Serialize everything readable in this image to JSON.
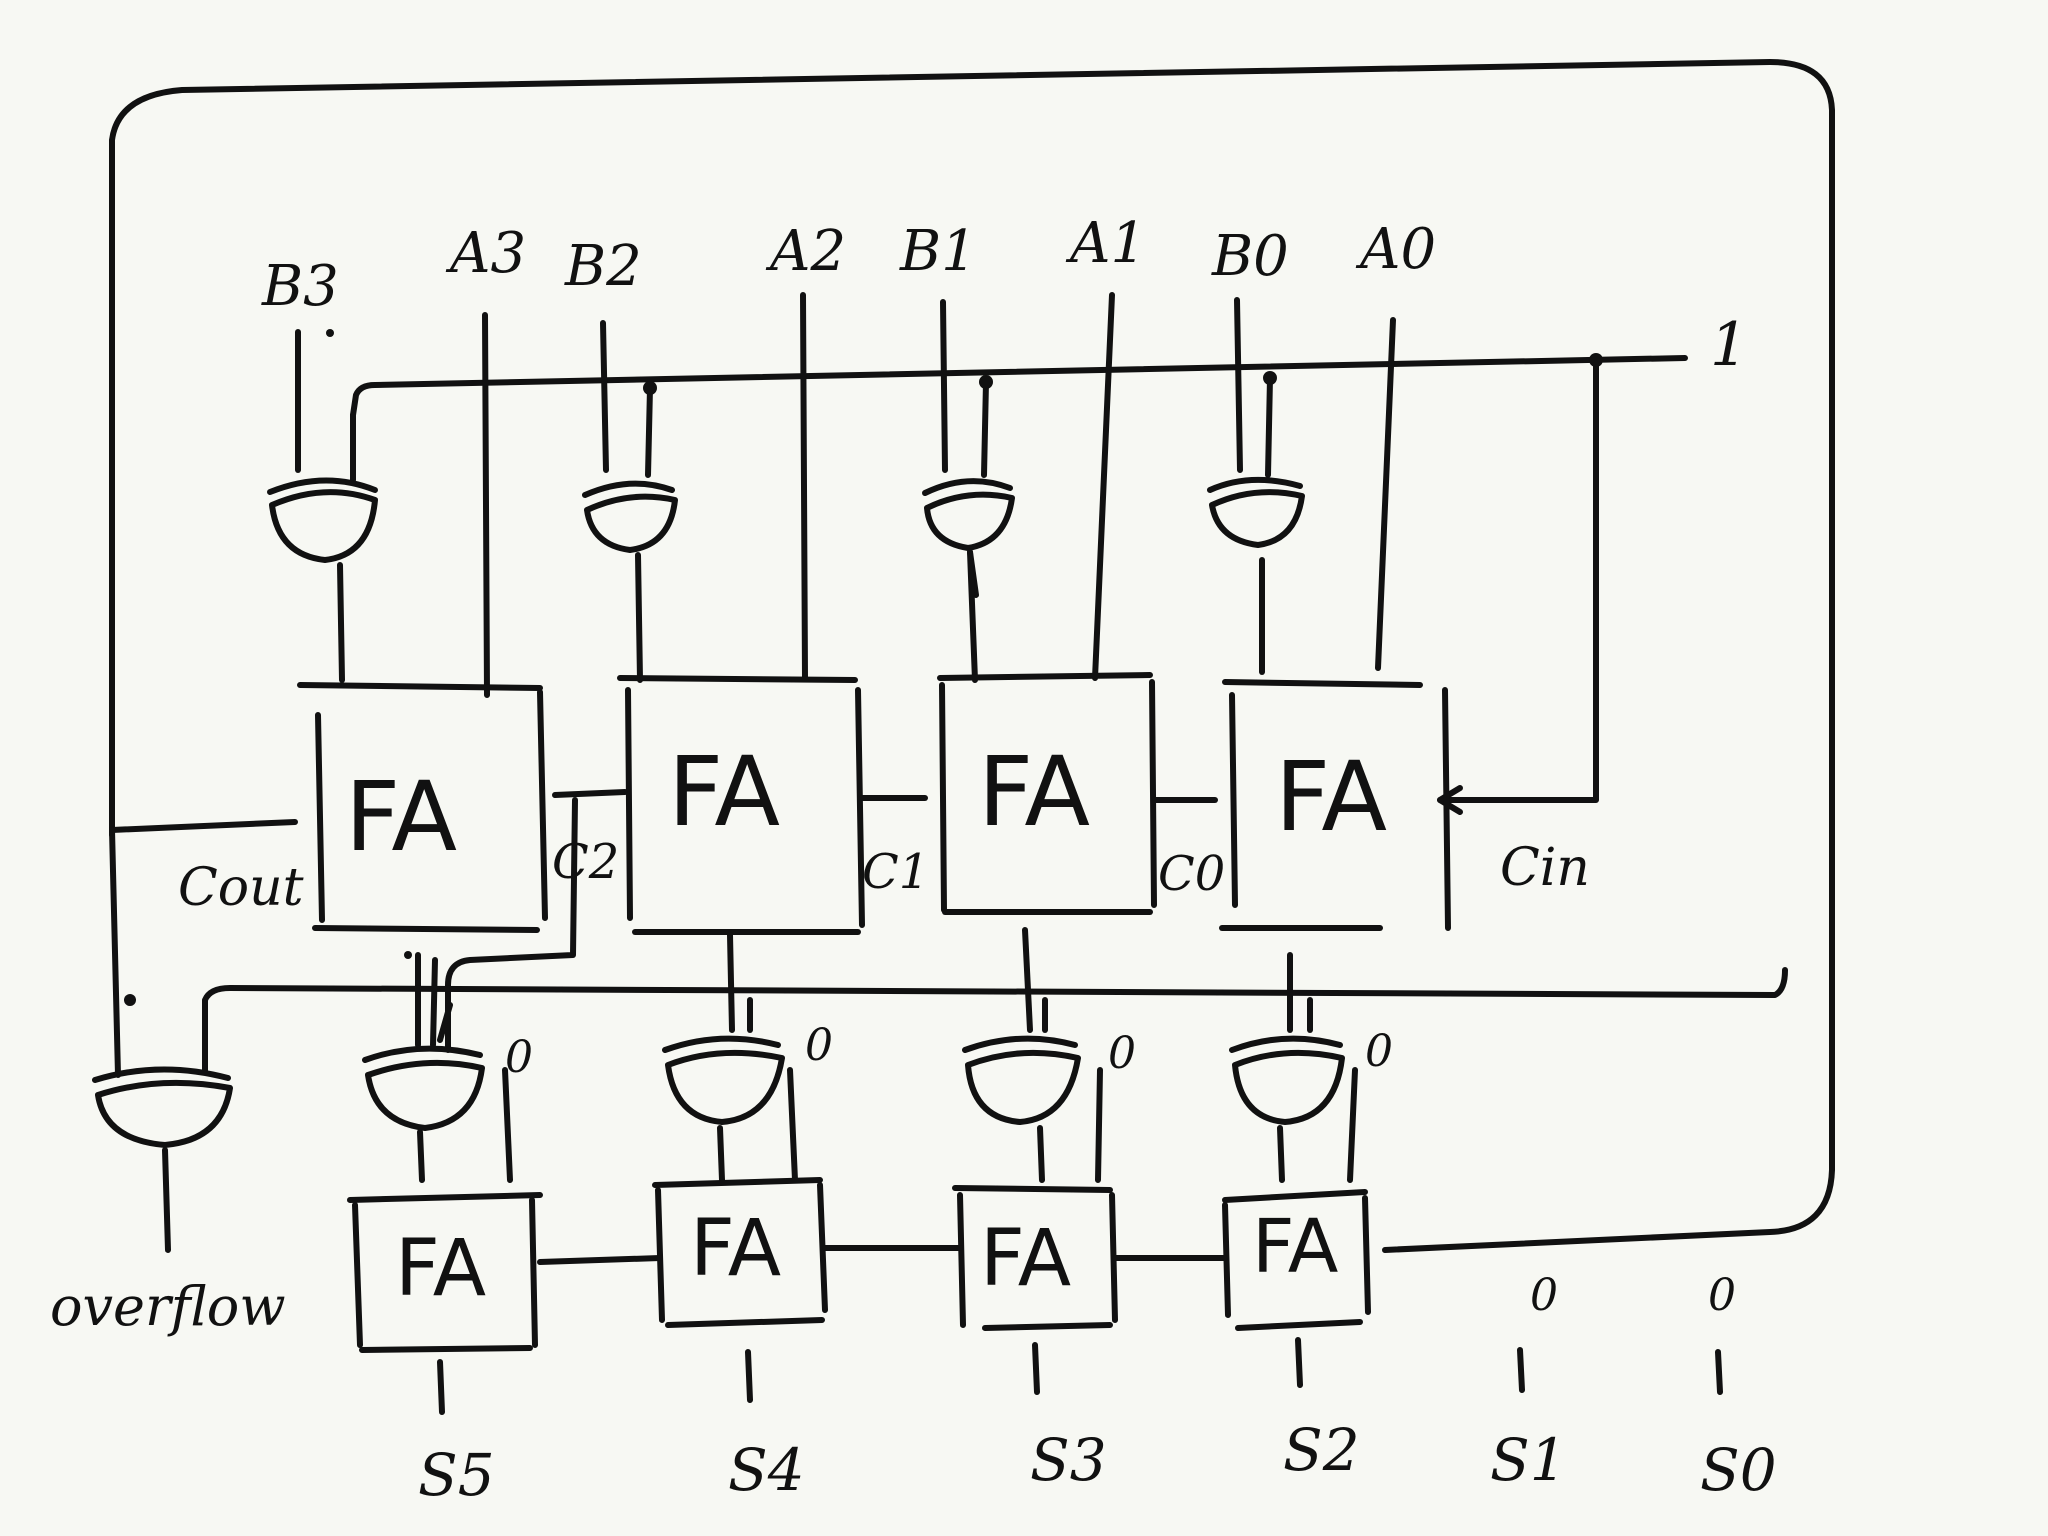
{
  "inputs": {
    "b3": "B3",
    "a3": "A3",
    "b2": "B2",
    "a2": "A2",
    "b1": "B1",
    "a1": "A1",
    "b0": "B0",
    "a0": "A0",
    "one": "1"
  },
  "adders": {
    "label": "FA"
  },
  "carries": {
    "cout": "Cout",
    "c2": "C2",
    "c1": "C1",
    "c0": "C0",
    "cin": "Cin"
  },
  "constants": {
    "zero": "0"
  },
  "outputs": {
    "overflow": "overflow",
    "s5": "S5",
    "s4": "S4",
    "s3": "S3",
    "s2": "S2",
    "s1": "S1",
    "s0": "S0"
  }
}
